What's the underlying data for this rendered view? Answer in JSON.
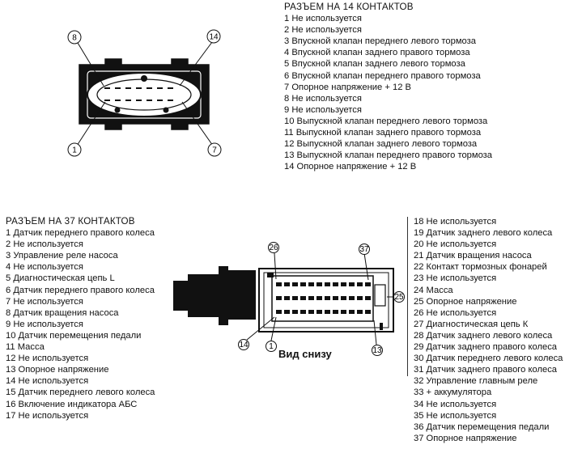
{
  "connector14": {
    "title": "РАЗЪЕМ НА 14 КОНТАКТОВ",
    "pin_labels": [
      "8",
      "14",
      "1",
      "7"
    ],
    "items": [
      "1 Не используется",
      "2 Не используется",
      "3 Впускной клапан переднего левого тормоза",
      "4 Впускной клапан заднего правого тормоза",
      "5 Впускной клапан заднего левого тормоза",
      "6 Впускной клапан переднего правого тормоза",
      "7 Опорное напряжение + 12 В",
      "8 Не используется",
      "9 Не используется",
      "10 Выпускной клапан переднего левого тормоза",
      "11 Выпускной клапан заднего правого тормоза",
      "12 Выпускной клапан заднего левого тормоза",
      "13 Выпускной клапан переднего правого тормоза",
      "14 Опорное напряжение + 12 В"
    ]
  },
  "connector37": {
    "title": "РАЗЪЕМ НА 37 КОНТАКТОВ",
    "pin_labels": [
      "26",
      "37",
      "25",
      "14",
      "1",
      "13"
    ],
    "view_label": "Вид снизу",
    "items_left": [
      "1 Датчик переднего правого колеса",
      "2 Не используется",
      "3 Управление реле насоса",
      "4 Не используется",
      "5 Диагностическая цепь L",
      "6 Датчик переднего правого колеса",
      "7 Не используется",
      "8 Датчик вращения насоса",
      "9 Не используется",
      "10 Датчик перемещения педали",
      "11 Масса",
      "12 Не используется",
      "13 Опорное напряжение",
      "14 Не используется",
      "15 Датчик переднего левого колеса",
      "16 Включение индикатора АБС",
      "17 Не используется"
    ],
    "items_right": [
      "18 Не используется",
      "19 Датчик заднего левого колеса",
      "20 Не используется",
      "21 Датчик вращения насоса",
      "22 Контакт тормозных фонарей",
      "23 Не используется",
      "24 Масса",
      "25 Опорное напряжение",
      "26 Не используется",
      "27 Диагностическая цепь К",
      "28 Датчик заднего левого колеса",
      "29 Датчик заднего правого колеса",
      "30 Датчик переднего левого колеса",
      "31 Датчик заднего правого колеса",
      "32 Управление главным реле",
      "33 + аккумулятора",
      "34 Не используется",
      "35 Не используется",
      "36 Датчик перемещения педали",
      "37 Опорное напряжение"
    ]
  }
}
